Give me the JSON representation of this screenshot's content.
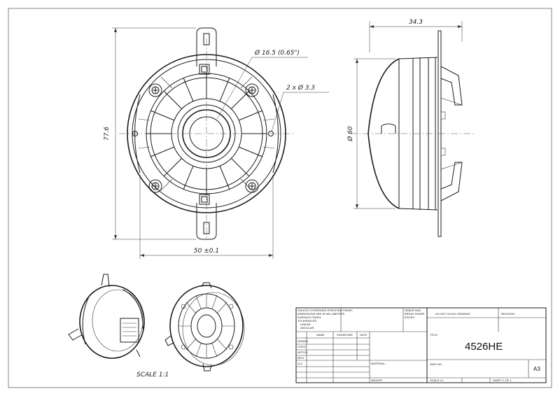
{
  "dimensions": {
    "diameter_hole": "Ø 16.5 (0.65\")",
    "mount_holes": "2 x Ø 3.3",
    "height": "77.6",
    "width": "50 ±0.1",
    "depth": "34.3",
    "diameter_body": "Ø 60"
  },
  "scale_note": "SCALE 1:1",
  "title_block": {
    "general_notes": [
      "UNLESS OTHERWISE SPECIFIED:",
      "DIMENSIONS ARE IN MILLIMETERS",
      "SURFACE FINISH:",
      "TOLERANCES:",
      "LINEAR:",
      "ANGULAR:"
    ],
    "finish_label": "FINISH:",
    "deburr_lines": [
      "DEBUR AND",
      "BREAK SHARP",
      "EDGES"
    ],
    "do_not_scale": "DO NOT SCALE DRAWING",
    "revision_label": "REVISION",
    "col_name": "NAME",
    "col_signature": "SIGNATURE",
    "col_date": "DATE",
    "rows": [
      "DRAWN",
      "CHK'D",
      "APPV'D",
      "MFG",
      "Q.A"
    ],
    "title_label": "TITLE:",
    "material_label": "MATERIAL:",
    "dwg_no_label": "DWG NO.",
    "part_number": "4526HE",
    "sheet_size": "A3",
    "weight_label": "WEIGHT:",
    "scale_label": "SCALE:1:1",
    "sheet_label": "SHEET 1 OF 1"
  }
}
